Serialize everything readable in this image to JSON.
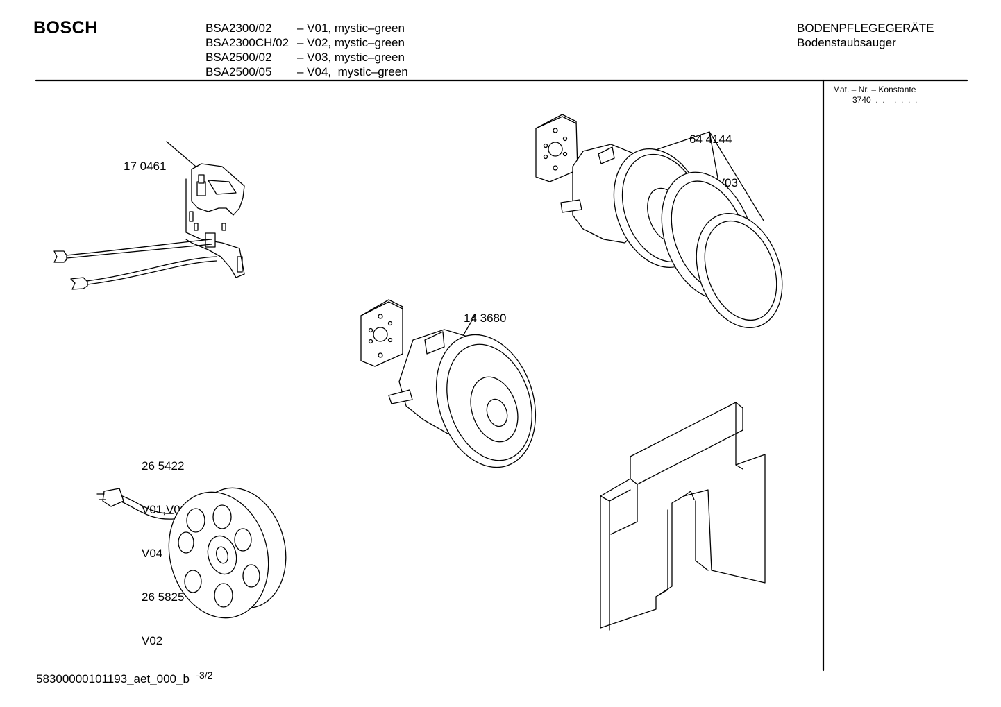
{
  "header": {
    "brand": "BOSCH",
    "models": [
      {
        "code": "BSA2300/02",
        "variant": "– V01, mystic–green"
      },
      {
        "code": "BSA2300CH/02",
        "variant": "– V02, mystic–green"
      },
      {
        "code": "BSA2500/02",
        "variant": "– V03, mystic–green"
      },
      {
        "code": "BSA2500/05",
        "variant": "– V04,  mystic–green"
      }
    ],
    "category_line1": "BODENPFLEGEGERÄTE",
    "category_line2": "Bodenstaubsauger"
  },
  "side_panel": {
    "label": "Mat. – Nr. – Konstante",
    "value": "3740  .  .    .  .  .  ."
  },
  "parts": {
    "switch": {
      "number": "17 0461"
    },
    "motor_v01_v03": {
      "number": "64 4144",
      "variant": "V01–V03"
    },
    "motor_v04": {
      "number": "14 3680",
      "variant": "V04"
    },
    "cable_reel": {
      "number1": "26 5422",
      "variant1": "V01,V03",
      "variant2": "V04",
      "number2": "26 5825",
      "variant3": "V02"
    }
  },
  "footer": {
    "doc_id": "58300000101193_aet_000_b",
    "page": "-3/2"
  }
}
